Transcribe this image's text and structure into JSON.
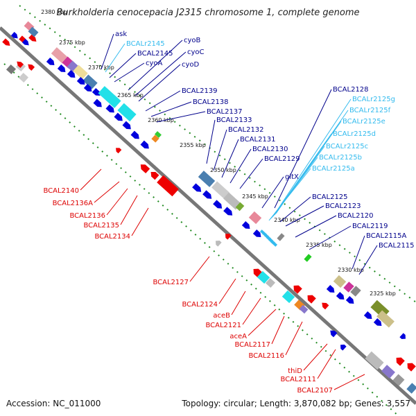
{
  "title": "Burkholderia cenocepacia J2315 chromosome 1, complete genome",
  "footer": {
    "accession": "Accession: NC_011000",
    "summary": "Topology: circular; Length: 3,870,082 bp; Genes: 3,557"
  },
  "colors": {
    "backbone": "#777777",
    "plus_label": "#00008b",
    "rna_label": "#33bbee",
    "minus_label": "#dd0000",
    "ticks": "#228b22"
  },
  "kbp_ticks": [
    "2380 kbp",
    "2375 kbp",
    "2370 kbp",
    "2365 kbp",
    "2360 kbp",
    "2355 kbp",
    "2350 kbp",
    "2345 kbp",
    "2340 kbp",
    "2335 kbp",
    "2330 kbp",
    "2325 kbp"
  ],
  "labels_plus": [
    {
      "text": "ask",
      "color": "#00008b"
    },
    {
      "text": "BCALr2145",
      "color": "#33bbee"
    },
    {
      "text": "BCAL2145",
      "color": "#00008b"
    },
    {
      "text": "cyoA",
      "color": "#00008b"
    },
    {
      "text": "cyoB",
      "color": "#00008b"
    },
    {
      "text": "cyoC",
      "color": "#00008b"
    },
    {
      "text": "cyoD",
      "color": "#00008b"
    },
    {
      "text": "BCAL2139",
      "color": "#00008b"
    },
    {
      "text": "BCAL2138",
      "color": "#00008b"
    },
    {
      "text": "BCAL2137",
      "color": "#00008b"
    },
    {
      "text": "BCAL2133",
      "color": "#00008b"
    },
    {
      "text": "BCAL2132",
      "color": "#00008b"
    },
    {
      "text": "BCAL2131",
      "color": "#00008b"
    },
    {
      "text": "BCAL2130",
      "color": "#00008b"
    },
    {
      "text": "BCAL2129",
      "color": "#00008b"
    },
    {
      "text": "BCAL2128",
      "color": "#00008b"
    },
    {
      "text": "gltX",
      "color": "#00008b"
    },
    {
      "text": "BCALr2125g",
      "color": "#33bbee"
    },
    {
      "text": "BCALr2125f",
      "color": "#33bbee"
    },
    {
      "text": "BCALr2125e",
      "color": "#33bbee"
    },
    {
      "text": "BCALr2125d",
      "color": "#33bbee"
    },
    {
      "text": "BCALr2125c",
      "color": "#33bbee"
    },
    {
      "text": "BCALr2125b",
      "color": "#33bbee"
    },
    {
      "text": "BCALr2125a",
      "color": "#33bbee"
    },
    {
      "text": "BCAL2125",
      "color": "#00008b"
    },
    {
      "text": "BCAL2123",
      "color": "#00008b"
    },
    {
      "text": "BCAL2120",
      "color": "#00008b"
    },
    {
      "text": "BCAL2119",
      "color": "#00008b"
    },
    {
      "text": "BCAL2115A",
      "color": "#00008b"
    },
    {
      "text": "BCAL2115",
      "color": "#00008b"
    }
  ],
  "labels_minus": [
    {
      "text": "BCAL2140"
    },
    {
      "text": "BCAL2136A"
    },
    {
      "text": "BCAL2136"
    },
    {
      "text": "BCAL2135"
    },
    {
      "text": "BCAL2134"
    },
    {
      "text": "BCAL2127"
    },
    {
      "text": "BCAL2124"
    },
    {
      "text": "aceB"
    },
    {
      "text": "BCAL2121"
    },
    {
      "text": "aceA"
    },
    {
      "text": "BCAL2117"
    },
    {
      "text": "BCAL2116"
    },
    {
      "text": "thiD"
    },
    {
      "text": "BCAL2111"
    },
    {
      "text": "BCAL2107"
    }
  ]
}
